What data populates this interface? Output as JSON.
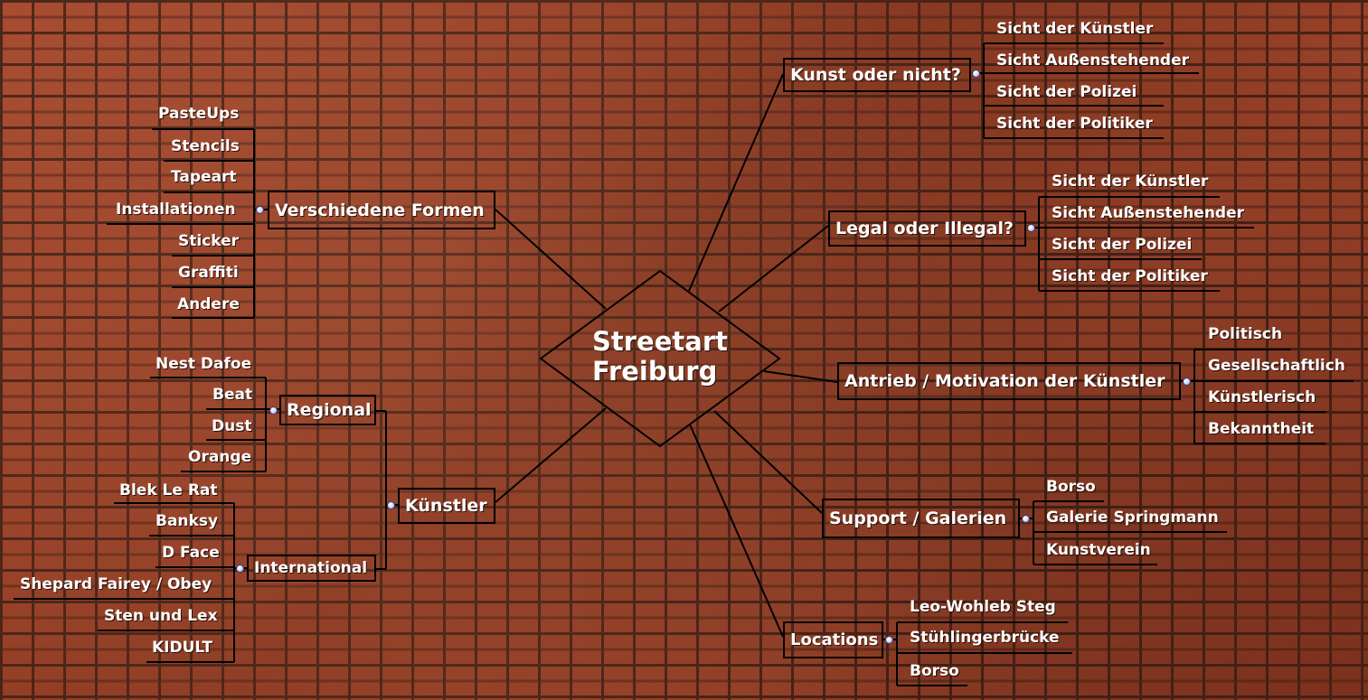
{
  "center": {
    "line1": "Streetart",
    "line2": "Freiburg"
  },
  "branches": {
    "kunst": {
      "label": "Kunst oder nicht?",
      "items": [
        "Sicht der Künstler",
        "Sicht Außenstehender",
        "Sicht der Polizei",
        "Sicht der Politiker"
      ]
    },
    "legal": {
      "label": "Legal oder Illegal?",
      "items": [
        "Sicht der Künstler",
        "Sicht Außenstehender",
        "Sicht der Polizei",
        "Sicht der Politiker"
      ]
    },
    "antrieb": {
      "label": "Antrieb / Motivation der Künstler",
      "items": [
        "Politisch",
        "Gesellschaftlich",
        "Künstlerisch",
        "Bekanntheit"
      ]
    },
    "support": {
      "label": "Support / Galerien",
      "items": [
        "Borso",
        "Galerie Springmann",
        "Kunstverein"
      ]
    },
    "locations": {
      "label": "Locations",
      "items": [
        "Leo-Wohleb Steg",
        "Stühlingerbrücke",
        "Borso"
      ]
    },
    "formen": {
      "label": "Verschiedene Formen",
      "items": [
        "PasteUps",
        "Stencils",
        "Tapeart",
        "Installationen",
        "Sticker",
        "Graffiti",
        "Andere"
      ]
    },
    "kuenstler": {
      "label": "Künstler",
      "regional": {
        "label": "Regional",
        "items": [
          "Nest Dafoe",
          "Beat",
          "Dust",
          "Orange"
        ]
      },
      "international": {
        "label": "International",
        "items": [
          "Blek Le Rat",
          "Banksy",
          "D Face",
          "Shepard Fairey / Obey",
          "Sten und Lex",
          "KIDULT"
        ]
      }
    }
  }
}
